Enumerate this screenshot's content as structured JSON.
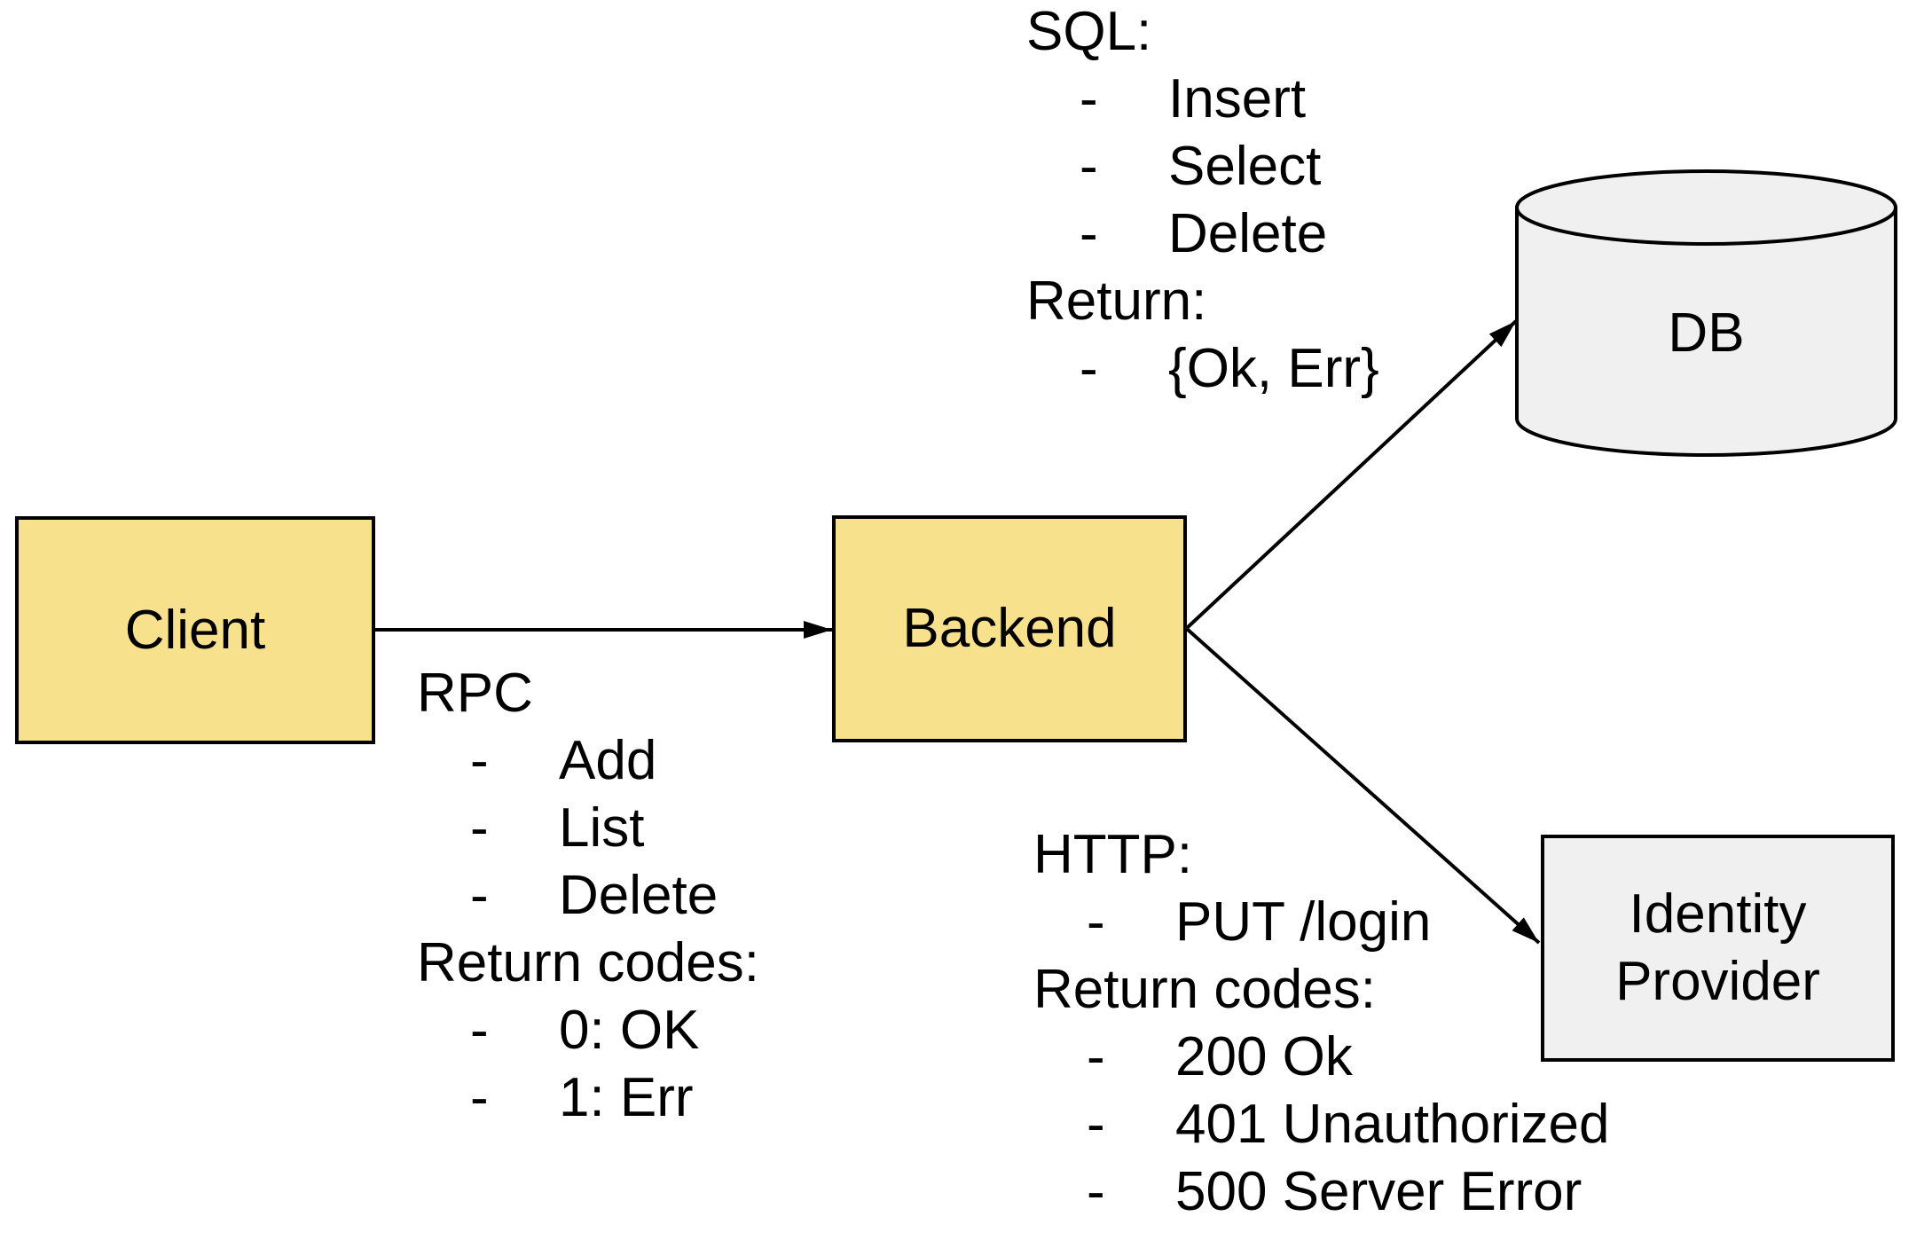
{
  "diagram": {
    "nodes": {
      "client": {
        "label": "Client"
      },
      "backend": {
        "label": "Backend"
      },
      "db": {
        "label": "DB"
      },
      "identity_provider": {
        "label_line1": "Identity",
        "label_line2": "Provider"
      }
    },
    "annotations": {
      "rpc": {
        "title": "RPC",
        "bullet": "-",
        "items": [
          "Add",
          "List",
          "Delete"
        ],
        "return_title": "Return codes:",
        "return_items": [
          "0: OK",
          "1: Err"
        ]
      },
      "sql": {
        "title": "SQL:",
        "bullet": "-",
        "items": [
          "Insert",
          "Select",
          "Delete"
        ],
        "return_title": "Return:",
        "return_items": [
          "{Ok, Err}"
        ]
      },
      "http": {
        "title": "HTTP:",
        "bullet": "-",
        "items": [
          "PUT /login"
        ],
        "return_title": "Return codes:",
        "return_items": [
          "200 Ok",
          "401 Unauthorized",
          "500 Server Error"
        ]
      }
    },
    "colors": {
      "service_fill": "#F7E18C",
      "datastore_fill": "#F0F0F0",
      "stroke": "#000000",
      "text": "#000000",
      "background": "#FFFFFF"
    }
  }
}
